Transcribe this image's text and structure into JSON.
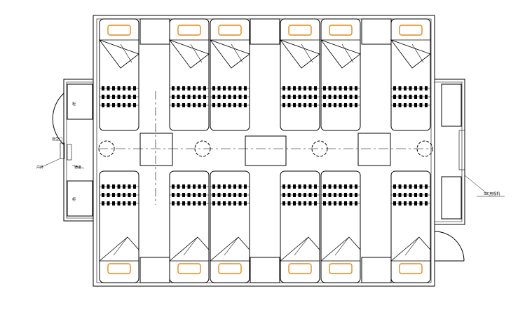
{
  "labels": {
    "door_left": "逃生门",
    "door_left_tag": "户外",
    "door_left_tag2": "通道",
    "cabinet_top": "柜",
    "cabinet_bottom": "柜",
    "right_note": "32″电视机"
  },
  "colors": {
    "line": "#000000",
    "pillow": "#e38a1b",
    "background": "#ffffff"
  },
  "beds": {
    "top_count": 6,
    "bottom_count": 6
  },
  "tables": 3,
  "stools": 4
}
